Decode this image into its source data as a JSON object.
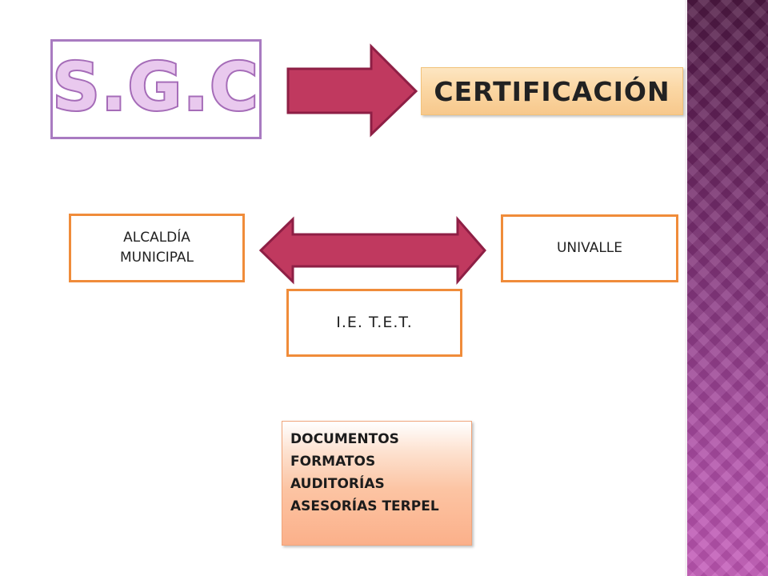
{
  "title": "S.G.C",
  "certification": "CERTIFICACIÓN",
  "nodes": {
    "alcaldia_line1": "ALCALDÍA",
    "alcaldia_line2": "MUNICIPAL",
    "univalle": "UNIVALLE",
    "iet": "I.E. T.E.T."
  },
  "documents": [
    "DOCUMENTOS",
    "FORMATOS",
    "AUDITORÍAS",
    "ASESORÍAS TERPEL"
  ],
  "colors": {
    "arrow_fill": "#c0395f",
    "arrow_stroke": "#8e1f45",
    "box_border": "#f08c3a",
    "title_border": "#a97bc1",
    "side_band": "#7a2f72"
  }
}
